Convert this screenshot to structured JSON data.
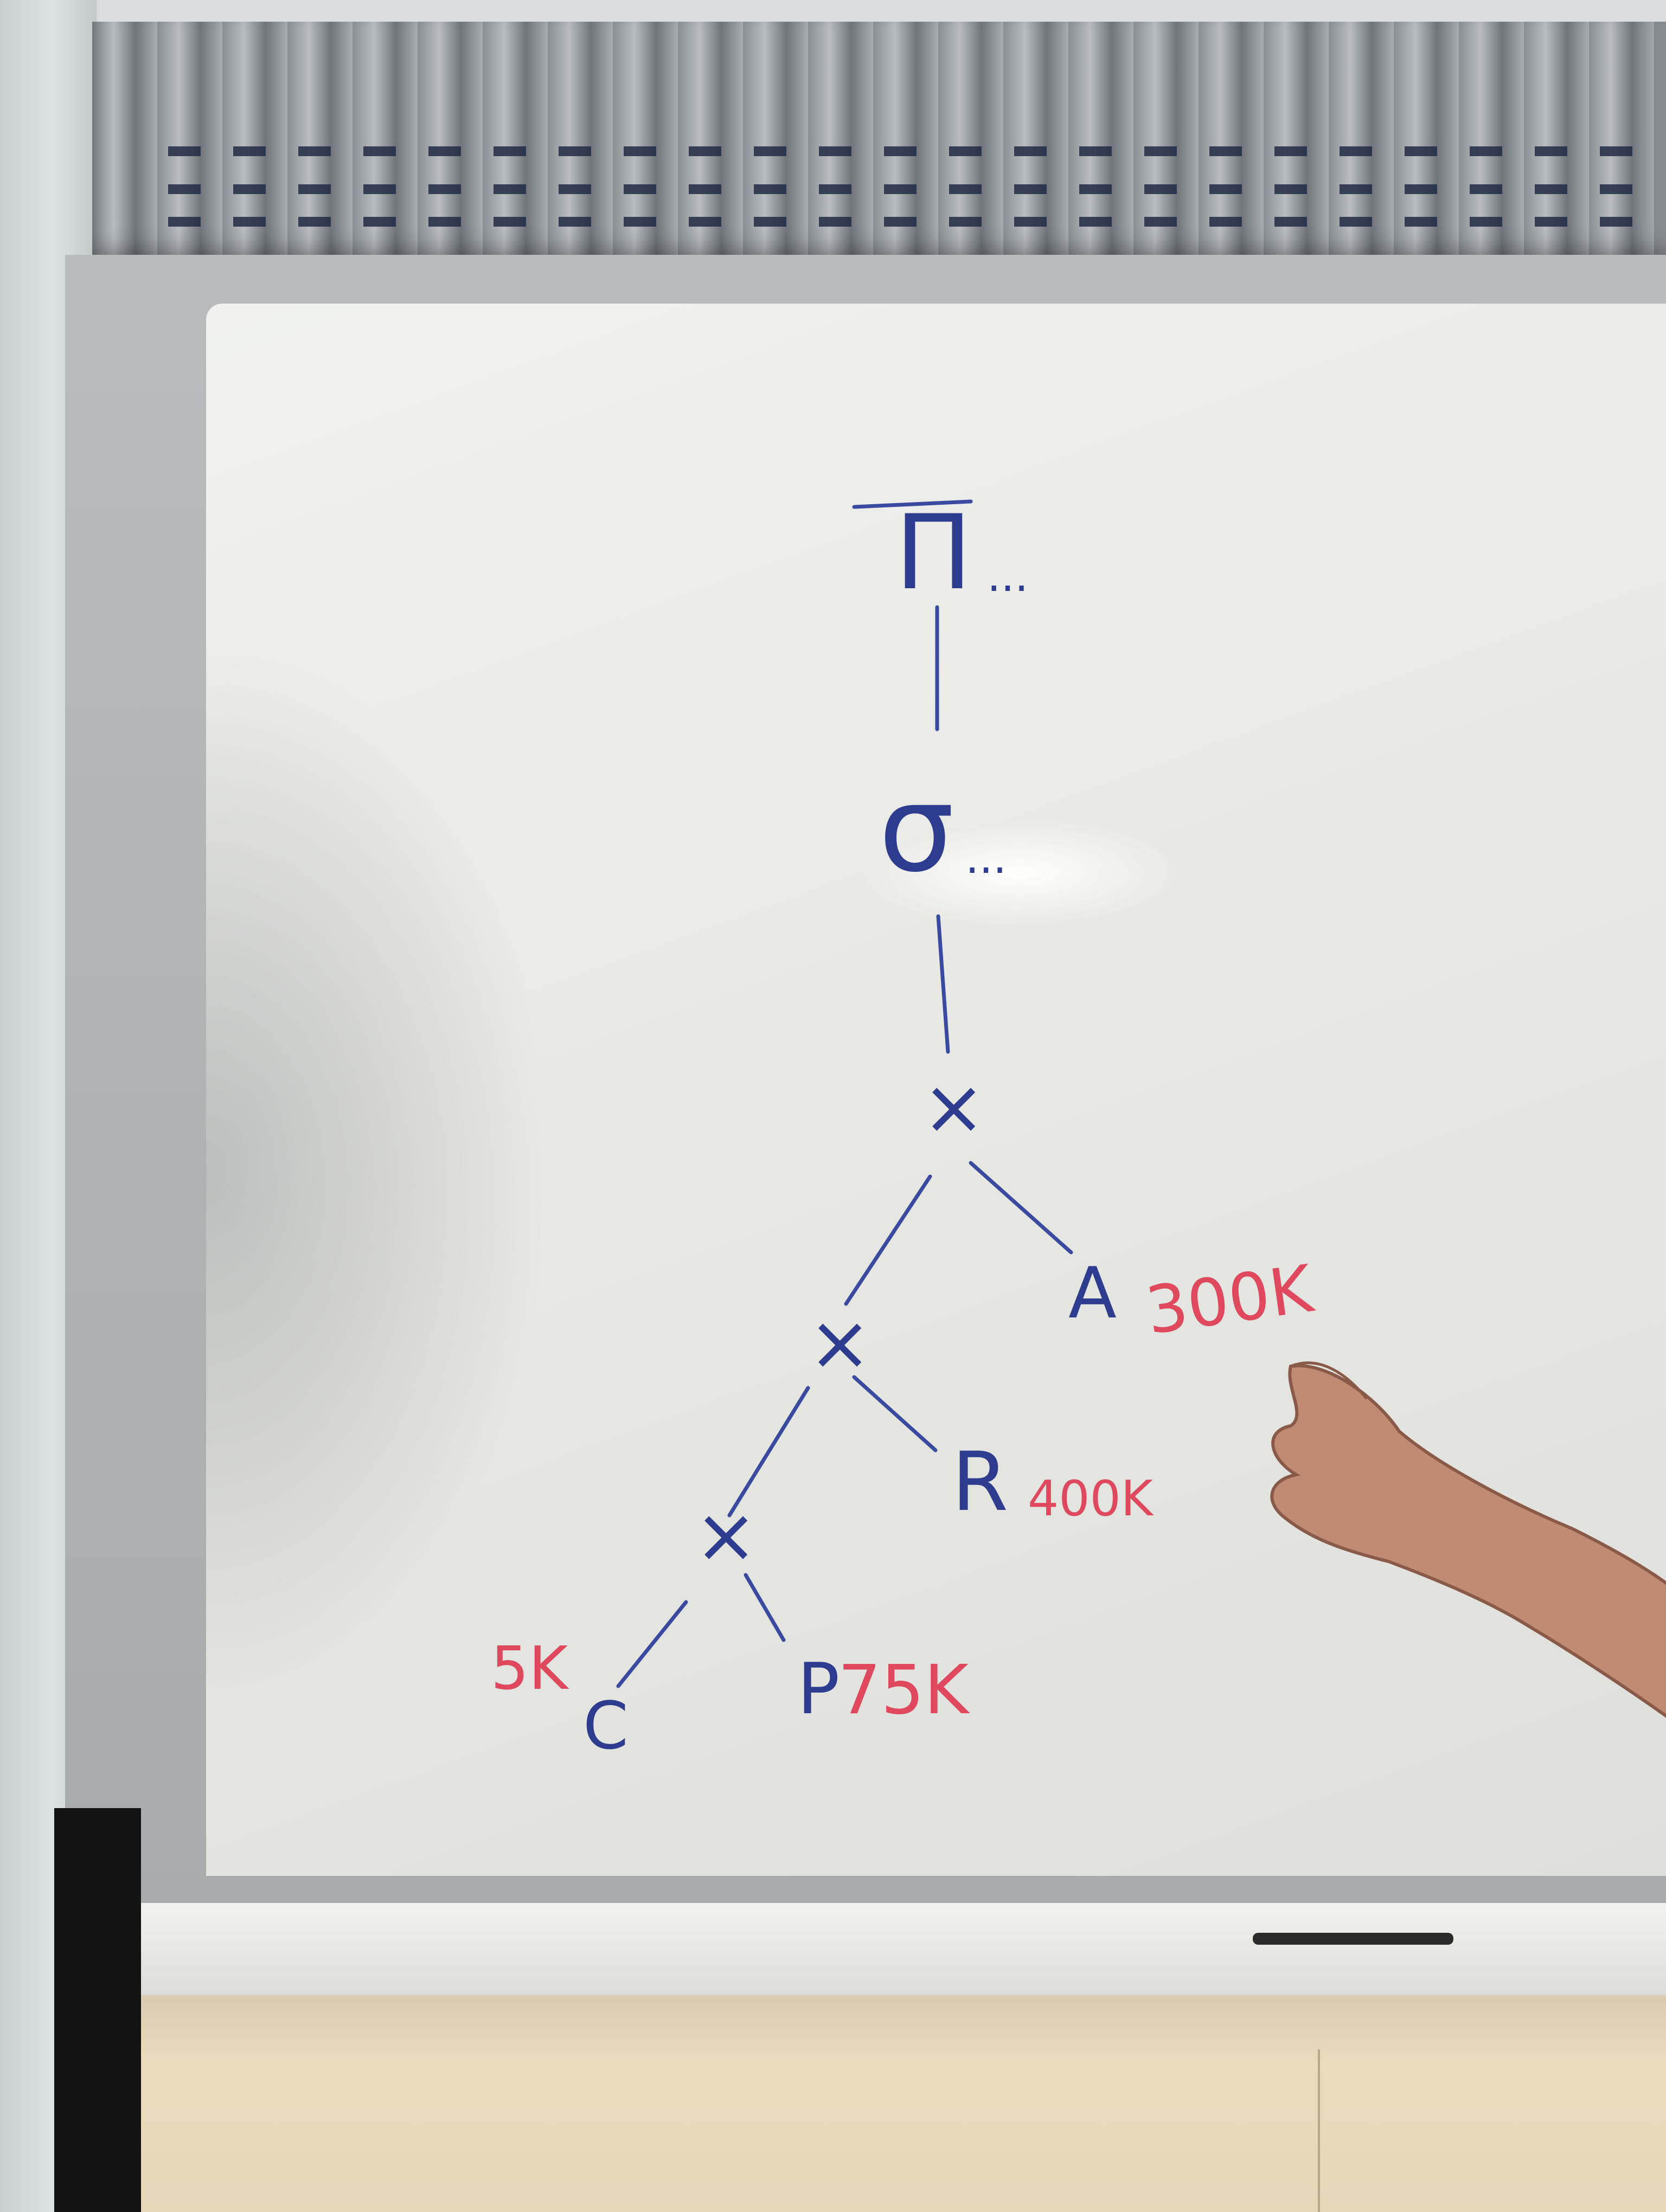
{
  "tree": {
    "nodes": {
      "root": "Π",
      "root_dots": "...",
      "sigma": "σ",
      "sigma_dots": "...",
      "join_top": "×",
      "join_mid": "×",
      "join_low": "×",
      "leaf_a": "A",
      "leaf_r": "R",
      "leaf_c": "C",
      "leaf_p": "P"
    },
    "sizes": {
      "a": "300K",
      "r": "400K",
      "c": "5K",
      "p": "75K"
    }
  },
  "colors": {
    "ink_blue": "#2d3c8e",
    "ink_red": "#e0485d",
    "board": "#ebebe8"
  }
}
